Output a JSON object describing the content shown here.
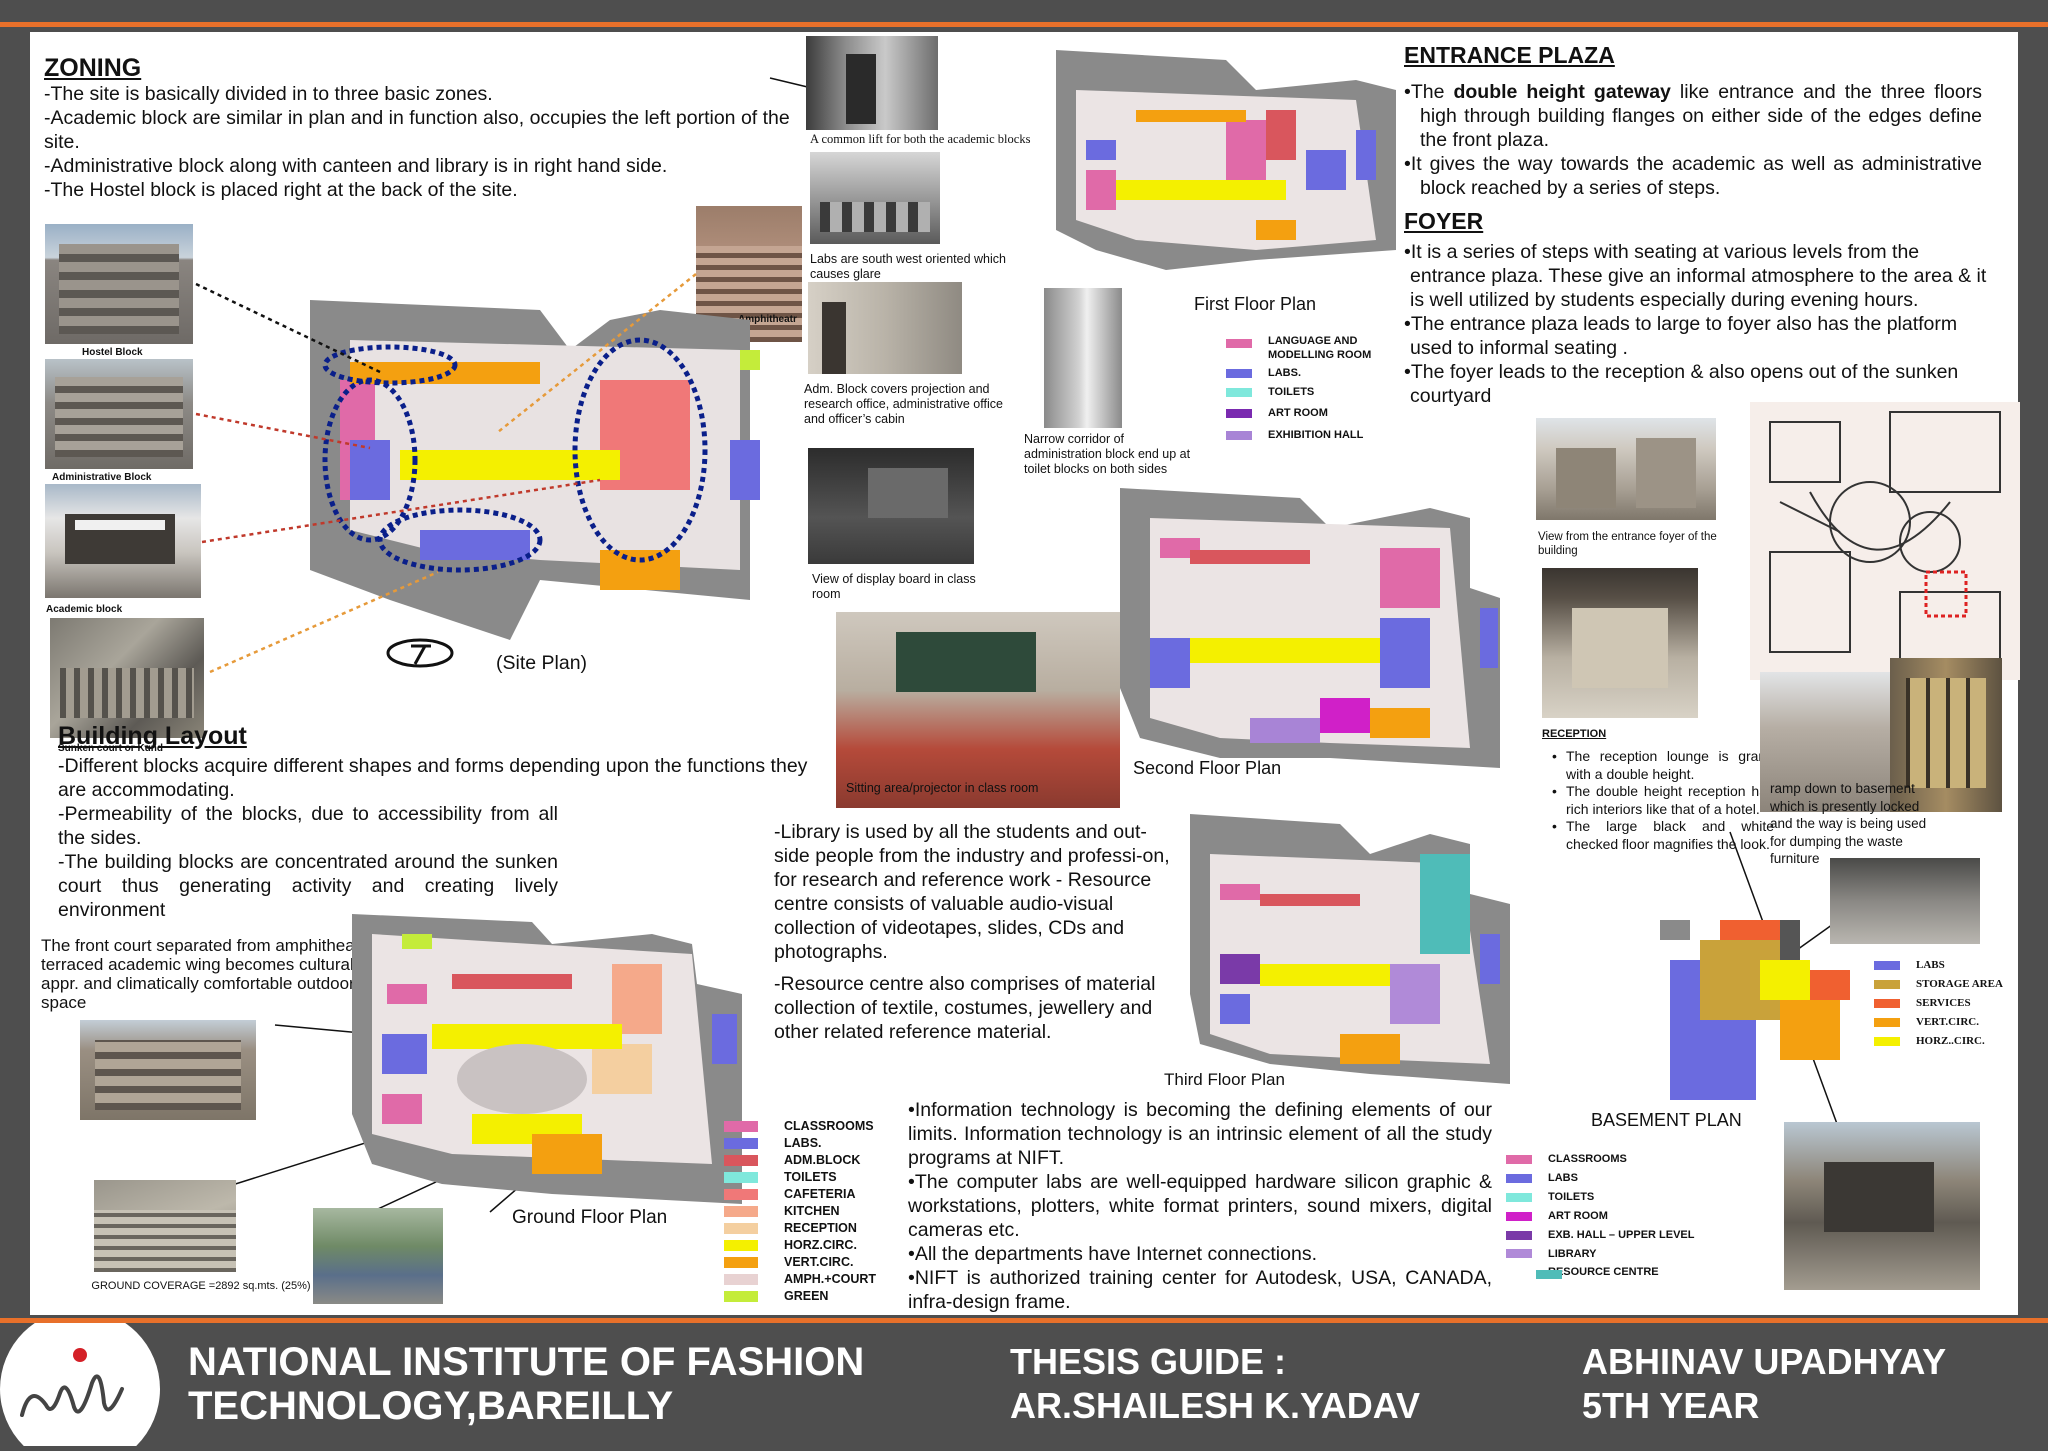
{
  "zoning": {
    "title": "ZONING",
    "lines": [
      "-The site is basically divided in to three basic zones.",
      "-Academic block are similar in plan and in function also, occupies the left portion of the site.",
      "-Administrative block along with canteen and library is in right hand side.",
      "-The Hostel block is placed right at the back of the site."
    ]
  },
  "site_photos": {
    "hostel": "Hostel Block",
    "admin": "Administrative Block",
    "academic": "Academic block",
    "sunken": "Sunken court or Kund",
    "amphi": "Amphitheatr"
  },
  "site_plan_caption": "(Site Plan)",
  "building_layout": {
    "title": "Building Layout",
    "p1": "-Different blocks acquire different shapes and forms depending upon the functions they are accommodating.",
    "p2": "-Permeability of the blocks, due to accessibility from all the sides.",
    "p3": "-The building blocks are concentrated around the sunken court thus generating activity and creating lively environment"
  },
  "front_court": "The front court separated from amphitheatre by terraced academic wing becomes culturally appr. and climatically comfortable outdoor  space",
  "ground_coverage": "GROUND COVERAGE =2892 sq.mts. (25%)",
  "ground_floor_caption": "Ground Floor Plan",
  "ground_legend": [
    {
      "label": "CLASSROOMS",
      "color": "#e06aa8"
    },
    {
      "label": "LABS.",
      "color": "#6b6bdf"
    },
    {
      "label": "ADM.BLOCK",
      "color": "#d9565d"
    },
    {
      "label": "TOILETS",
      "color": "#7fe8dc"
    },
    {
      "label": "CAFETERIA",
      "color": "#f07878"
    },
    {
      "label": "KITCHEN",
      "color": "#f5a98a"
    },
    {
      "label": "RECEPTION",
      "color": "#f4cfa0"
    },
    {
      "label": "HORZ.CIRC.",
      "color": "#f4f000"
    },
    {
      "label": "VERT.CIRC.",
      "color": "#f4a010"
    },
    {
      "label": "AMPH.+COURT",
      "color": "#e8d2d2"
    },
    {
      "label": "GREEN",
      "color": "#c4ec3a"
    }
  ],
  "mid_captions": {
    "lift": "A common lift for both the academic blocks",
    "labs": "Labs are south west oriented which causes glare",
    "adm": "Adm. Block covers projection and research office, administrative office and officer’s cabin",
    "corridor": "Narrow corridor of administration block end up at toilet blocks on both sides",
    "display": "View of display board in class room",
    "sitting": "Sitting area/projector in class room"
  },
  "library": {
    "p1": "-Library is used by all the students and out-side people from the industry and professi-on, for research and reference work - Resource centre consists of valuable audio-visual collection of videotapes, slides, CDs and photographs.",
    "p2": "-Resource centre also comprises of material collection of textile, costumes, jewellery and other related reference material."
  },
  "it": [
    "•Information technology is becoming the defining elements of our limits. Information technology is an intrinsic element of all the study programs at NIFT.",
    "•The computer labs are well-equipped hardware silicon graphic & workstations, plotters, white format printers, sound mixers, digital cameras etc.",
    "•All the departments have Internet connections.",
    "•NIFT is authorized training center for Autodesk, USA, CANADA, infra-design frame."
  ],
  "first_floor": {
    "caption": "First Floor Plan",
    "legend": [
      {
        "label": "LANGUAGE AND MODELLING ROOM",
        "color": "#e06aa8"
      },
      {
        "label": "LABS.",
        "color": "#6b6bdf"
      },
      {
        "label": "TOILETS",
        "color": "#7fe8dc"
      },
      {
        "label": "ART ROOM",
        "color": "#7a2ab0"
      },
      {
        "label": "EXHIBITION HALL",
        "color": "#a884d6"
      }
    ]
  },
  "second_floor_caption": "Second Floor Plan",
  "third_floor_caption": "Third Floor Plan",
  "third_legend": [
    {
      "label": "CLASSROOMS",
      "color": "#e06aa8"
    },
    {
      "label": "LABS",
      "color": "#6b6bdf"
    },
    {
      "label": "TOILETS",
      "color": "#7fe8dc"
    },
    {
      "label": "ART ROOM",
      "color": "#d020c8"
    },
    {
      "label": "EXB. HALL – UPPER LEVEL",
      "color": "#7a3aa8"
    },
    {
      "label": "LIBRARY",
      "color": "#b08ad8"
    },
    {
      "label": "RESOURCE CENTRE",
      "color": "#4fbcb8"
    }
  ],
  "entrance": {
    "title": "ENTRANCE PLAZA",
    "p1_a": "•The ",
    "p1_b": "double height gateway",
    "p1_c": " like entrance and the three floors high through building flanges on either side of the edges define the front plaza.",
    "p2": "•It gives the way towards the academic as well as administrative block reached by a series of steps."
  },
  "foyer": {
    "title": "FOYER",
    "p1": "•It is a series of steps with seating at various levels from the entrance plaza. These give an informal atmosphere to the area & it is well utilized by students especially during evening hours.",
    "p2": "•The entrance plaza leads to large to foyer also has the platform used to informal seating .",
    "p3": "•The foyer leads to the reception & also opens out of the sunken courtyard"
  },
  "entrance_photo_caption": "View from the entrance foyer of the building",
  "reception": {
    "title": "RECEPTION",
    "items": [
      "The reception lounge is grand with a double height.",
      "The double height reception has rich interiors like that of a hotel.",
      "The large black and white checked floor magnifies the look."
    ]
  },
  "ramp": "ramp down to basement which is presently locked and the way is being used for dumping the waste furniture",
  "basement": {
    "caption": "BASEMENT PLAN",
    "legend": [
      {
        "label": "LABS",
        "color": "#6b6bdf"
      },
      {
        "label": "STORAGE AREA",
        "color": "#c9a23a"
      },
      {
        "label": "SERVICES",
        "color": "#f06030"
      },
      {
        "label": "VERT.CIRC.",
        "color": "#f4a010"
      },
      {
        "label": "HORZ..CIRC.",
        "color": "#f4f000"
      }
    ]
  },
  "footer": {
    "inst1": "NATIONAL INSTITUTE OF FASHION",
    "inst2": "TECHNOLOGY,BAREILLY",
    "guide1": "THESIS GUIDE :",
    "guide2": "AR.SHAILESH K.YADAV",
    "name1": "ABHINAV UPADHYAY",
    "name2": "5TH YEAR",
    "logo": "nift"
  }
}
